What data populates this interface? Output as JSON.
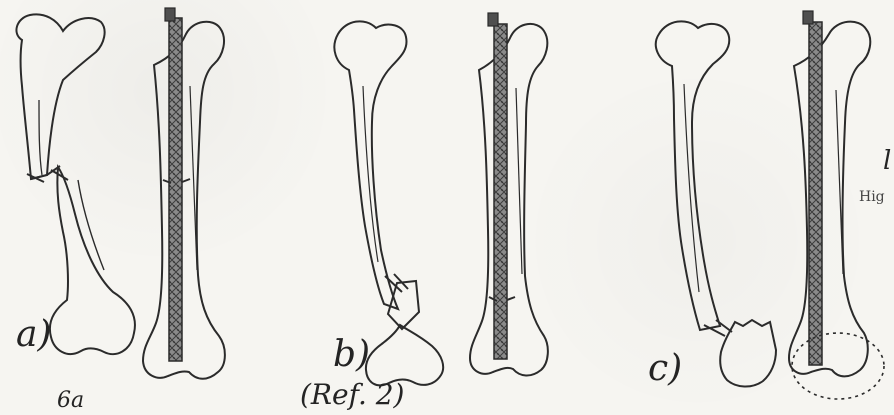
{
  "labels": {
    "a": "a)",
    "b": "b)",
    "c": "c)",
    "figure_note": "6a",
    "reference": "(Ref. 2)",
    "side_letter": "l",
    "side_text": "Hig"
  },
  "colors": {
    "ink": "#2b2b2b",
    "paper": "#f4f3ef",
    "rod": "#555555"
  }
}
